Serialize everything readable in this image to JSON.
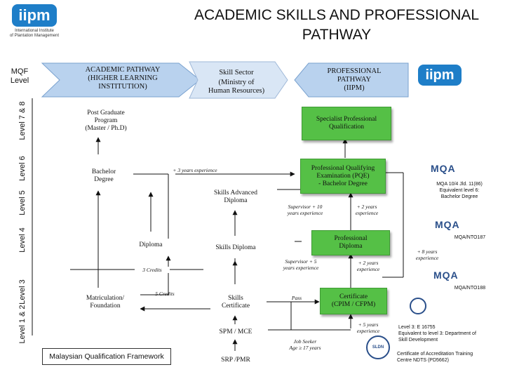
{
  "header": {
    "title_line1": "ACADEMIC SKILLS AND PROFESSIONAL",
    "title_line2": "PATHWAY"
  },
  "logo": {
    "mark": "iipm",
    "line1": "International Institute",
    "line2": "of Plantation Management"
  },
  "logo_right": {
    "mark": "iipm"
  },
  "axis": {
    "mqf_line1": "MQF",
    "mqf_line2": "Level",
    "levels": [
      "Level 7 & 8",
      "Level 6",
      "Level 5",
      "Level 4",
      "Level 3",
      "Level 1 & 2"
    ]
  },
  "columns": {
    "academic_line1": "ACADEMIC PATHWAY",
    "academic_line2": "(HIGHER LEARNING",
    "academic_line3": "INSTITUTION)",
    "skill_line1": "Skill Sector",
    "skill_line2": "(Ministry of",
    "skill_line3": "Human Resources)",
    "professional_line1": "PROFESSIONAL",
    "professional_line2": "PATHWAY",
    "professional_line3": "(IIPM)"
  },
  "nodes": {
    "postgrad_l1": "Post Graduate",
    "postgrad_l2": "Program",
    "postgrad_l3": "(Master / Ph.D)",
    "bachelor_l1": "Bachelor",
    "bachelor_l2": "Degree",
    "diploma": "Diploma",
    "matric_l1": "Matriculation/",
    "matric_l2": "Foundation",
    "skills_adv_l1": "Skills Advanced",
    "skills_adv_l2": "Diploma",
    "skills_dip": "Skills Diploma",
    "skills_cert_l1": "Skills",
    "skills_cert_l2": "Certificate",
    "spm": "SPM / MCE",
    "srp": "SRP /PMR",
    "specialist_l1": "Specialist  Professional",
    "specialist_l2": "Qualification",
    "pqe_l1": "Professional Qualifying",
    "pqe_l2": "Examination (PQE)",
    "pqe_l3": "- Bachelor Degree",
    "prof_dip_l1": "Professional",
    "prof_dip_l2": "Diploma",
    "cert_l1": "Certificate",
    "cert_l2": "(CPIM / CFPM)"
  },
  "notes": {
    "exp3": "+ 3 years experience",
    "sup10_l1": "Supervisor + 10",
    "sup10_l2": "years experience",
    "exp2a_l1": "+ 2 years",
    "exp2a_l2": "experience",
    "sup5_l1": "Supervisor + 5",
    "sup5_l2": "years experience",
    "exp2b_l1": "+ 2 years",
    "exp2b_l2": "experience",
    "exp8_l1": "+ 8 years",
    "exp8_l2": "experience",
    "credits3": "3 Credits",
    "credits5": "5 Credits",
    "pass": "Pass",
    "exp5_l1": "+ 5 years",
    "exp5_l2": "experience",
    "job_l1": "Job Seeker",
    "job_l2": "Age ≥ 17 years"
  },
  "side": {
    "mqa_mark": "MQA",
    "mqa1_l1": "MQA 10/4 Jld. 11(86)",
    "mqa1_l2": "Equivalent level 6:",
    "mqa1_l3": "Bachelor Degree",
    "mqa2": "MQA/NTO187",
    "mqa3": "MQA/NTO188",
    "l3_l1": "Level 3: E 16755",
    "l3_l2": "Equivalent to level 3: Department of",
    "l3_l3": "Skill Development",
    "cert_acc_l1": "Certificate of Accreditation Training",
    "cert_acc_l2": "Centre NDTS (PD5662)",
    "sldn": "SLDN"
  },
  "footer": {
    "framework": "Malaysian Qualification Framework"
  },
  "colors": {
    "green": "#55c046",
    "arrow_blue": "#b9d2ee",
    "accent": "#1e7ec8"
  }
}
